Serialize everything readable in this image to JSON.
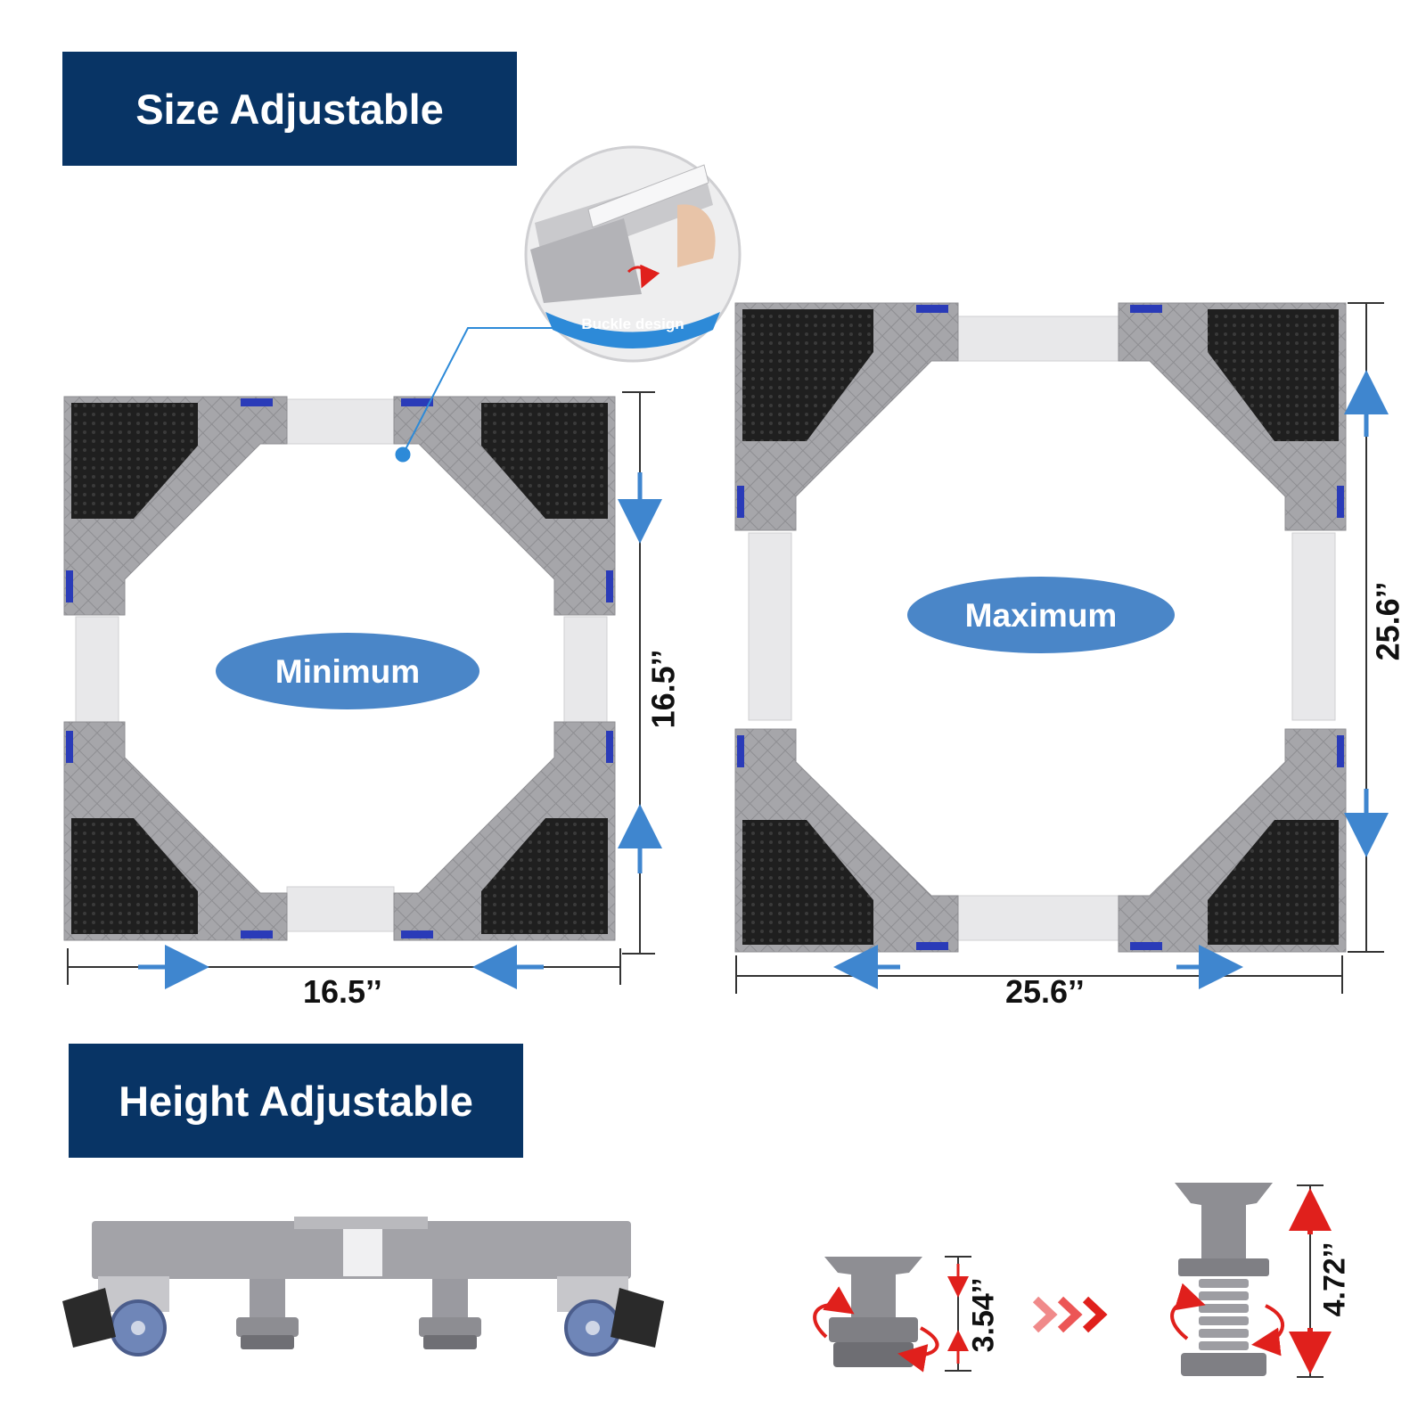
{
  "headings": {
    "size": "Size Adjustable",
    "height": "Height Adjustable"
  },
  "frames": {
    "minimum": {
      "label": "Minimum",
      "width": "16.5’’",
      "depth": "16.5’’"
    },
    "maximum": {
      "label": "Maximum",
      "width": "25.6’’",
      "depth": "25.6’’"
    }
  },
  "detail_callout": {
    "label": "Buckle design"
  },
  "feet": {
    "low": "3.54’’",
    "high": "4.72’’"
  },
  "colors": {
    "banner": "#083465",
    "oval": "#4a86c8",
    "arrow_blue": "#3f86cf",
    "arrow_red": "#e0201c",
    "frame_gray": "#a9a9ad",
    "pad": "#222222"
  }
}
